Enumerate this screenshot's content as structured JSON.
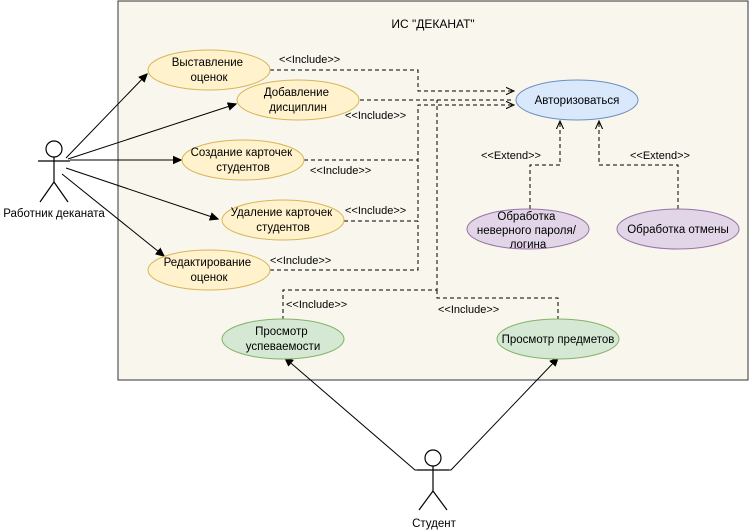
{
  "system": {
    "title": "ИС \"ДЕКАНАТ\"",
    "fill": "#f9f7ed",
    "stroke": "#333333"
  },
  "actors": {
    "worker": {
      "label": "Работник деканата"
    },
    "student": {
      "label": "Студент"
    }
  },
  "use_cases": {
    "grades_set": {
      "lines": [
        "Выставление",
        "оценок"
      ],
      "style": "yellow"
    },
    "disciplines_add": {
      "lines": [
        "Добавление",
        "дисциплин"
      ],
      "style": "yellow"
    },
    "card_create": {
      "lines": [
        "Создание карточек",
        "студентов"
      ],
      "style": "yellow"
    },
    "card_delete": {
      "lines": [
        "Удаление карточек",
        "студентов"
      ],
      "style": "yellow"
    },
    "grades_edit": {
      "lines": [
        "Редактирование",
        "оценок"
      ],
      "style": "yellow"
    },
    "authorize": {
      "lines": [
        "Авторизоваться"
      ],
      "style": "blue"
    },
    "bad_password": {
      "lines": [
        "Обработка",
        "неверного пароля/",
        "логина"
      ],
      "style": "purple"
    },
    "cancel": {
      "lines": [
        "Обработка отмены"
      ],
      "style": "purple"
    },
    "progress_view": {
      "lines": [
        "Просмотр",
        "успеваемости"
      ],
      "style": "green"
    },
    "subjects_view": {
      "lines": [
        "Просмотр предметов"
      ],
      "style": "green"
    }
  },
  "relation_labels": {
    "include": "<<Include>>",
    "extend": "<<Extend>>"
  },
  "colors": {
    "yellow_fill": "#fff2cc",
    "yellow_stroke": "#d6b656",
    "blue_fill": "#dae8fc",
    "blue_stroke": "#6c8ebf",
    "purple_fill": "#e1d5e7",
    "purple_stroke": "#9673a6",
    "green_fill": "#d5e8d4",
    "green_stroke": "#82b366",
    "line": "#000000"
  }
}
